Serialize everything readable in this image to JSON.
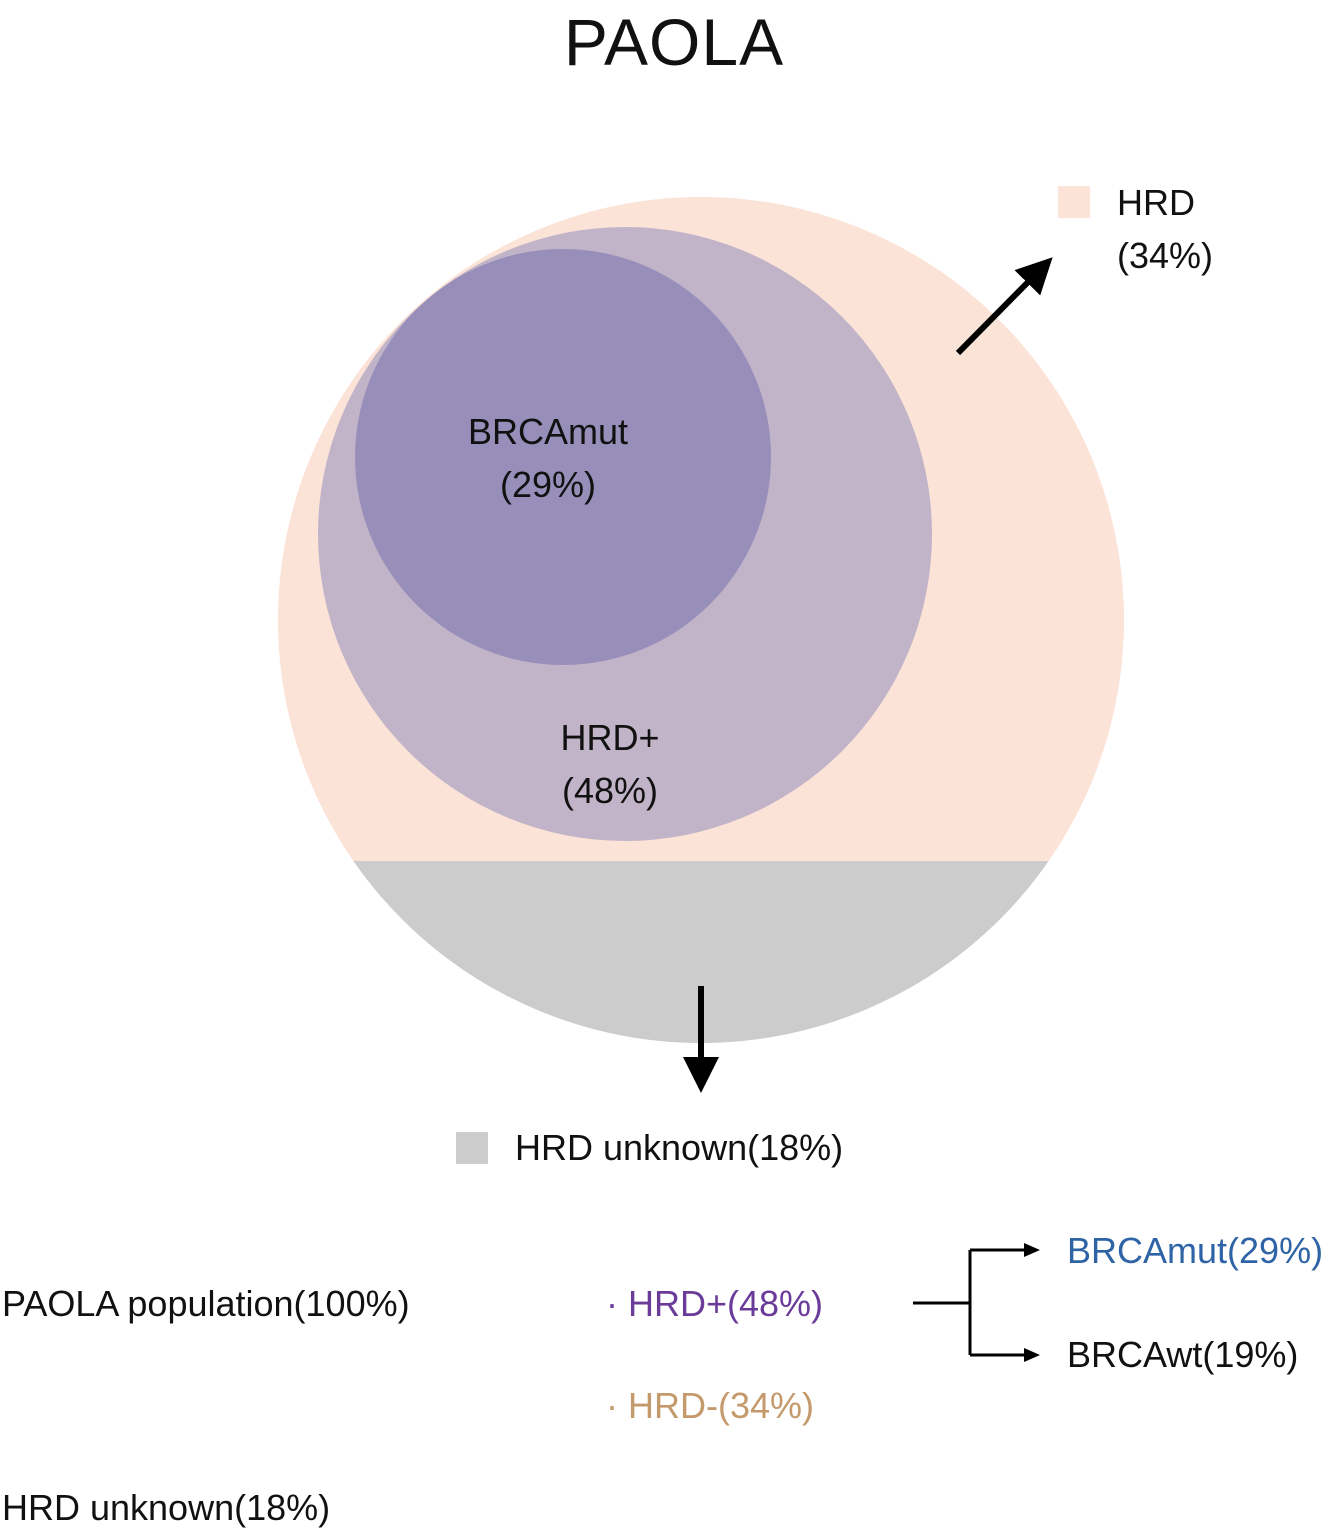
{
  "title": "PAOLA",
  "colors": {
    "hrd_outer": "#fce3d7",
    "hrd_plus": "#c1b3c8",
    "brcamut": "#978fba",
    "hrd_unknown": "#cbcccb",
    "arrow": "#000000",
    "hrd_plus_text": "#6b3b9a",
    "hrd_minus_text": "#c49a6c",
    "brcamut_text": "#2e64a6",
    "default_text": "#111111"
  },
  "venn": {
    "brcamut": {
      "name": "BRCAmut",
      "pct": "(29%)"
    },
    "hrd_plus": {
      "name": "HRD+",
      "pct": "(48%)"
    }
  },
  "legend": {
    "hrd": {
      "name": "HRD",
      "pct": "(34%)"
    },
    "hrd_unknown": "HRD unknown(18%)"
  },
  "breakdown": {
    "population": "PAOLA population(100%)",
    "hrd_plus": "· HRD+(48%)",
    "hrd_minus": "· HRD-(34%)",
    "brcamut": "BRCAmut(29%)",
    "brcawt": "BRCAwt(19%)",
    "hrd_unknown": "HRD unknown(18%)"
  }
}
